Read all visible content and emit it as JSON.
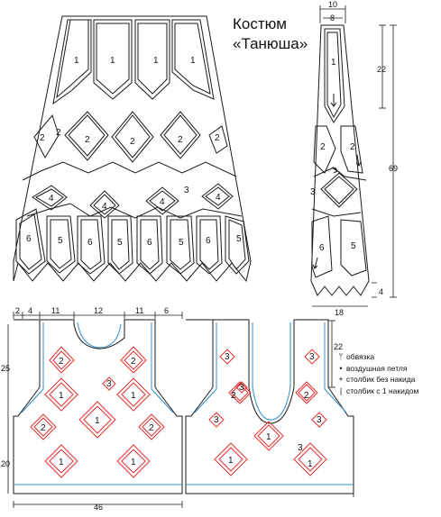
{
  "title": {
    "line1": "Костюм",
    "line2": "«Танюша»"
  },
  "legend": [
    {
      "symbol": "ᛘ",
      "icon": "obvyazka-symbol-icon",
      "label": "обвязка"
    },
    {
      "symbol": "•",
      "icon": "chain-stitch-symbol-icon",
      "label": "воздушная петля"
    },
    {
      "symbol": "+",
      "icon": "single-crochet-symbol-icon",
      "label": "столбик без накида"
    },
    {
      "symbol": "|",
      "icon": "double-crochet-symbol-icon",
      "label": "столбик с 1 накидом"
    }
  ],
  "skirt": {
    "labels": [
      "1",
      "1",
      "1",
      "1",
      "2",
      "2",
      "2",
      "2",
      "2",
      "2",
      "3",
      "4",
      "4",
      "4",
      "4",
      "6",
      "5",
      "6",
      "5",
      "6",
      "5",
      "6",
      "5"
    ]
  },
  "strip": {
    "labels": [
      "1",
      "2",
      "2",
      "3",
      "6",
      "5"
    ],
    "dims": {
      "top_outer": "10",
      "top_inner": "8",
      "upper": "22",
      "total": "69",
      "bottom": "4",
      "base": "18"
    }
  },
  "front": {
    "labels": [
      "2",
      "2",
      "1",
      "3",
      "1",
      "2",
      "1",
      "2",
      "1",
      "1"
    ],
    "dims": {
      "d2": "2",
      "d4": "4",
      "d11a": "11",
      "d12": "12",
      "d11b": "11",
      "d6": "6",
      "h25": "25",
      "h20": "20",
      "w46": "46"
    }
  },
  "back": {
    "labels": [
      "3",
      "3",
      "2",
      "3",
      "2",
      "3",
      "3",
      "1",
      "3",
      "1",
      "1"
    ],
    "dims": {
      "h22": "22"
    }
  },
  "colors": {
    "outline": "#1a1a1a",
    "motif": "#e03030",
    "trim": "#2f8fcf"
  }
}
